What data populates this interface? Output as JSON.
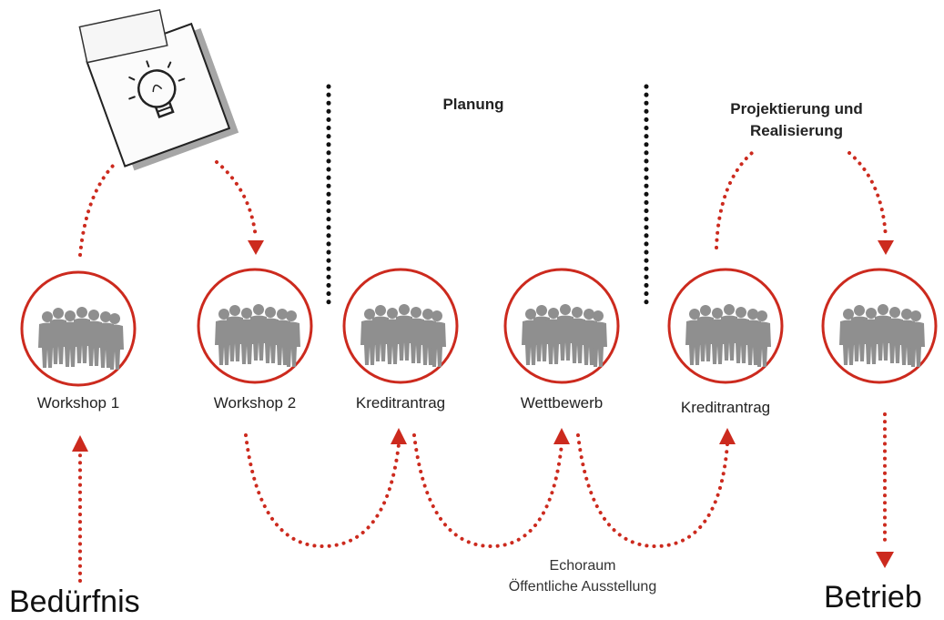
{
  "phases": {
    "planung": "Planung",
    "projektierung_line1": "Projektierung und",
    "projektierung_line2": "Realisierung"
  },
  "steps": [
    {
      "label": "Workshop 1"
    },
    {
      "label": "Workshop 2"
    },
    {
      "label": "Kreditrantrag"
    },
    {
      "label": "Wettbewerb"
    },
    {
      "label": "Kreditrantrag"
    },
    {
      "label": ""
    }
  ],
  "start": "Bedürfnis",
  "end": "Betrieb",
  "note": {
    "line1": "Echoraum",
    "line2": "Öffentliche Ausstellung"
  },
  "colors": {
    "accent": "#cc2a1e",
    "people": "#8f8f8f",
    "divider": "#111111"
  },
  "icons": [
    "idea-sketch-icon",
    "group-people-icon"
  ]
}
